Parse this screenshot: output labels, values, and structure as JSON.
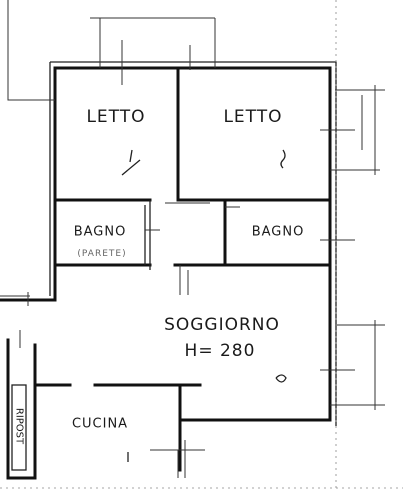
{
  "rooms": {
    "letto_left": "LETTO",
    "letto_right": "LETTO",
    "bagno_left": "BAGNO",
    "bagno_right": "BAGNO",
    "soggiorno": "SOGGIORNO",
    "height": "H= 280",
    "cucina": "CUCINA"
  },
  "annotations": {
    "ripost": "RIPOST",
    "bagno_note": "(PARETE)"
  }
}
